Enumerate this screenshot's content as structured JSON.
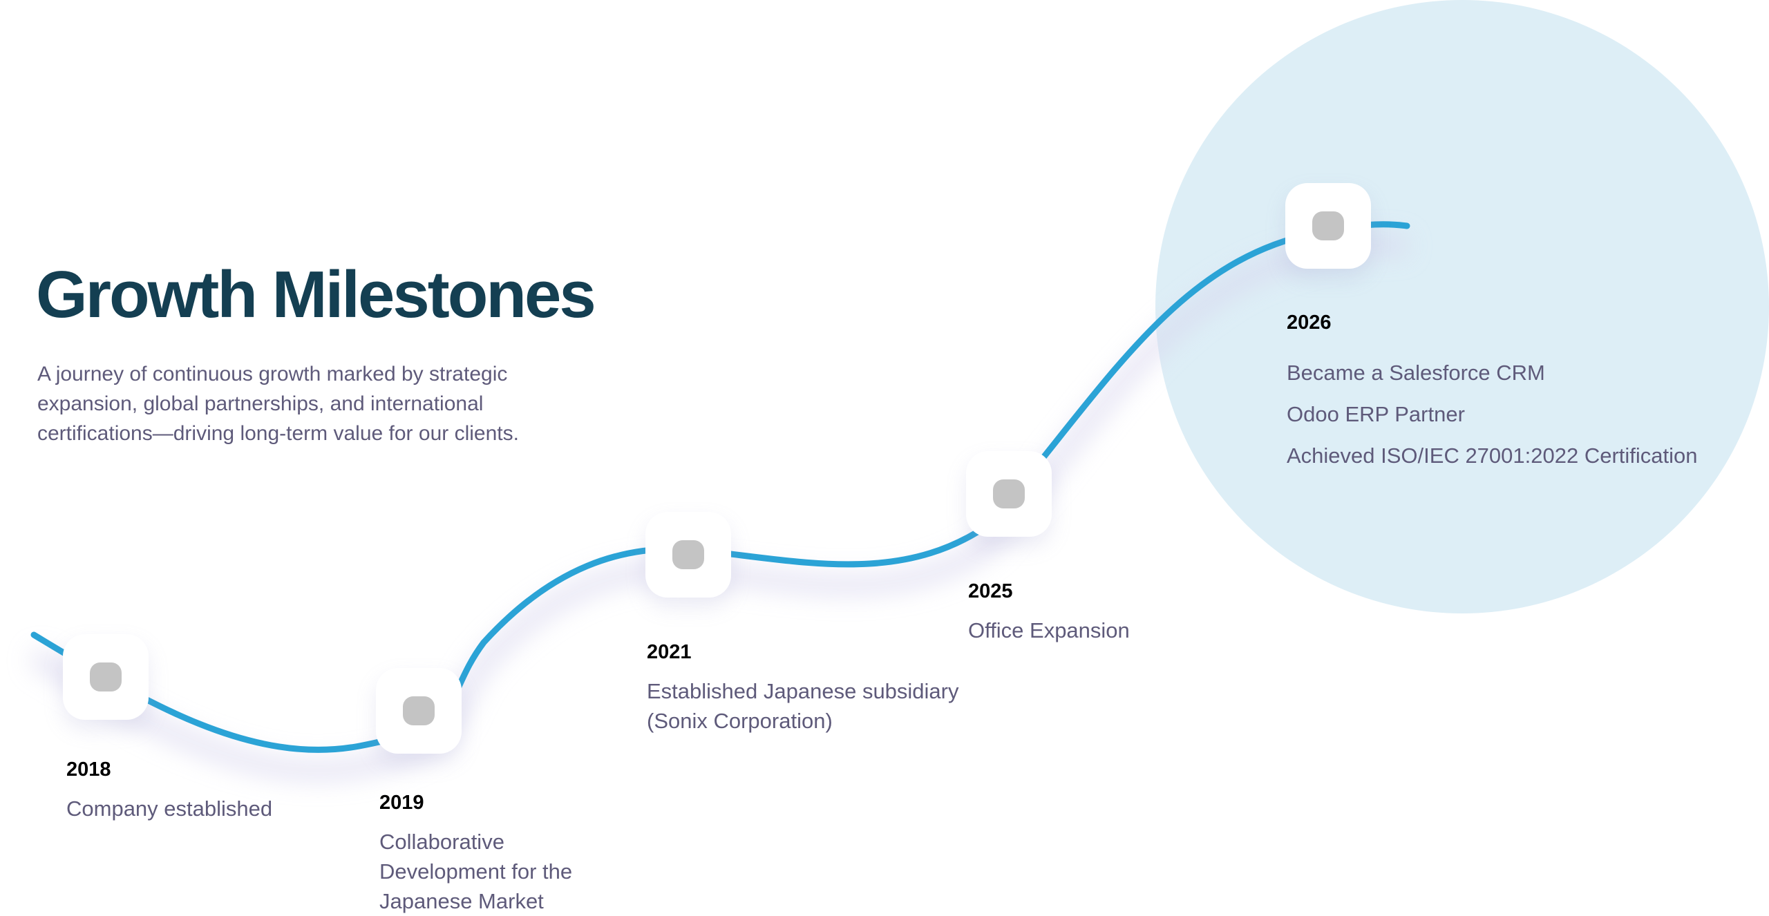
{
  "header": {
    "title": "Growth Milestones",
    "intro": "A journey of continuous growth marked by strategic expansion, global partnerships, and international certifications—driving long-term value for our clients."
  },
  "colors": {
    "curve": "#2ba3d6",
    "title": "#143f52",
    "text": "#5e5a7a",
    "highlight_circle": "#ddeef6"
  },
  "milestones": [
    {
      "year": "2018",
      "lines": [
        "Company established"
      ]
    },
    {
      "year": "2019",
      "lines": [
        "Collaborative",
        "Development for the",
        "Japanese Market"
      ]
    },
    {
      "year": "2021",
      "lines": [
        "Established Japanese subsidiary",
        "(Sonix Corporation)"
      ]
    },
    {
      "year": "2025",
      "lines": [
        "Office Expansion"
      ]
    },
    {
      "year": "2026",
      "lines": [
        "Became a Salesforce CRM",
        "Odoo ERP Partner",
        "Achieved ISO/IEC 27001:2022 Certification"
      ]
    }
  ]
}
